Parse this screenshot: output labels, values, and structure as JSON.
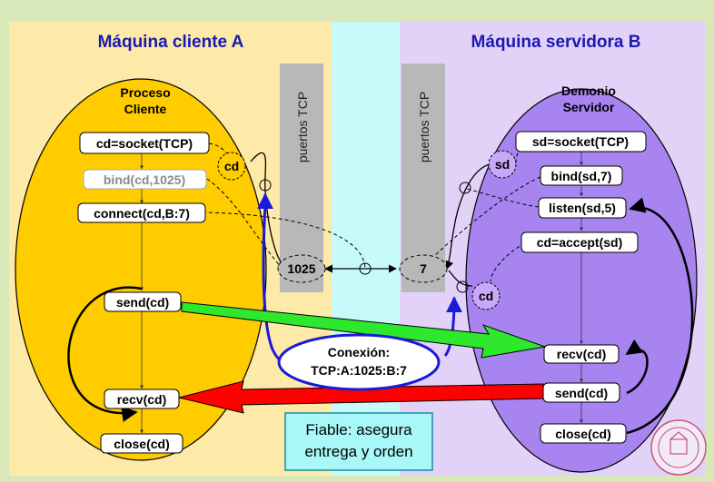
{
  "client": {
    "machine_title": "Máquina cliente A",
    "process_title_line1": "Proceso",
    "process_title_line2": "Cliente",
    "steps": {
      "socket": "cd=socket(TCP)",
      "bind": "bind(cd,1025)",
      "connect": "connect(cd,B:7)",
      "send": "send(cd)",
      "recv": "recv(cd)",
      "close": "close(cd)"
    },
    "descriptor": "cd",
    "port": "1025"
  },
  "server": {
    "machine_title": "Máquina servidora B",
    "process_title_line1": "Demonio",
    "process_title_line2": "Servidor",
    "steps": {
      "socket": "sd=socket(TCP)",
      "bind": "bind(sd,7)",
      "listen": "listen(sd,5)",
      "accept": "cd=accept(sd)",
      "recv": "recv(cd)",
      "send": "send(cd)",
      "close": "close(cd)"
    },
    "descriptor_listen": "sd",
    "descriptor_conn": "cd",
    "port": "7"
  },
  "ports_label": "puertos TCP",
  "connection": {
    "line1": "Conexión:",
    "line2": "TCP:A:1025:B:7"
  },
  "note": {
    "line1": "Fiable: asegura",
    "line2": "entrega y orden"
  },
  "colors": {
    "client_bg": "#fde9a8",
    "client_ellipse": "#ffcc00",
    "server_bg": "#e2d2f8",
    "server_ellipse": "#a884f0",
    "channel": "#c8fafa",
    "ports_bar": "#b8b8b8",
    "green_arrow": "#2ee82e",
    "red_arrow": "#ff0000",
    "blue_link": "#1a1ad8",
    "title": "#1a1ab0",
    "note_bg": "#a8f8f8"
  }
}
